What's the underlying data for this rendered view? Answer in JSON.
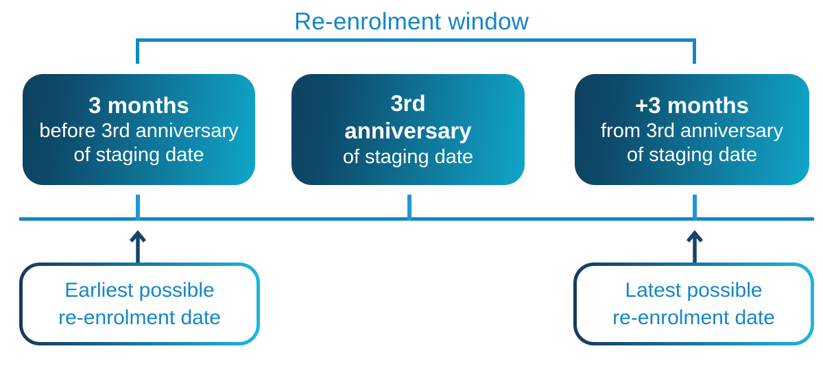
{
  "title": "Re-enrolment window",
  "colors": {
    "accent_blue": "#1486C8",
    "tick_blue": "#2295D6",
    "arrow_navy": "#17426B",
    "box_gradient_start": "#0F4160",
    "box_gradient_end": "#10A6CB",
    "callout_border_start": "#16395C",
    "callout_border_end": "#1FB6E0",
    "box_text": "#FFFFFF"
  },
  "timeline_boxes": [
    {
      "heading_lines": [
        "3 months"
      ],
      "body_lines": [
        "before 3rd anniversary",
        "of staging date"
      ]
    },
    {
      "heading_lines": [
        "3rd",
        "anniversary"
      ],
      "body_lines": [
        "of staging date"
      ]
    },
    {
      "heading_lines": [
        "+3 months"
      ],
      "body_lines": [
        "from 3rd anniversary",
        "of staging date"
      ]
    }
  ],
  "callouts": [
    {
      "line1": "Earliest possible",
      "line2": "re-enrolment date"
    },
    {
      "line1": "Latest possible",
      "line2": "re-enrolment date"
    }
  ]
}
